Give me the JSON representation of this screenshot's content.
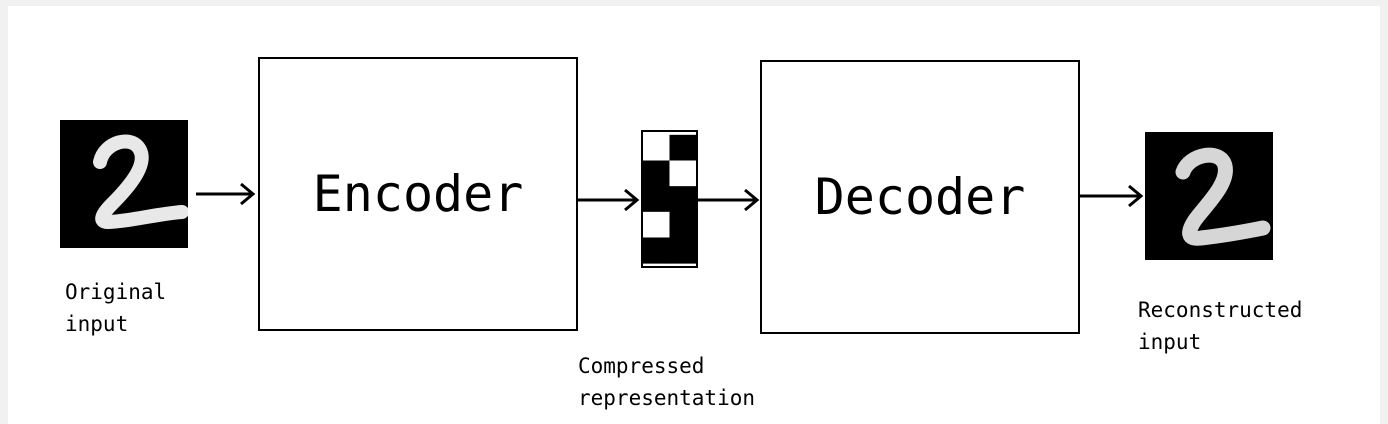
{
  "diagram": {
    "original_input": {
      "label_line1": "Original",
      "label_line2": "input",
      "digit": "2"
    },
    "encoder": {
      "label": "Encoder"
    },
    "compressed": {
      "label_line1": "Compressed",
      "label_line2": "representation",
      "grid": [
        [
          "white",
          "black"
        ],
        [
          "black",
          "white"
        ],
        [
          "black",
          "black"
        ],
        [
          "white",
          "black"
        ],
        [
          "black",
          "black"
        ]
      ]
    },
    "decoder": {
      "label": "Decoder"
    },
    "reconstructed_input": {
      "label_line1": "Reconstructed",
      "label_line2": "input",
      "digit": "2"
    },
    "colors": {
      "background": "#ffffff",
      "outer_border": "#f1f1f1",
      "stroke": "#000000",
      "digit_stroke": "#e8e8e8"
    }
  }
}
